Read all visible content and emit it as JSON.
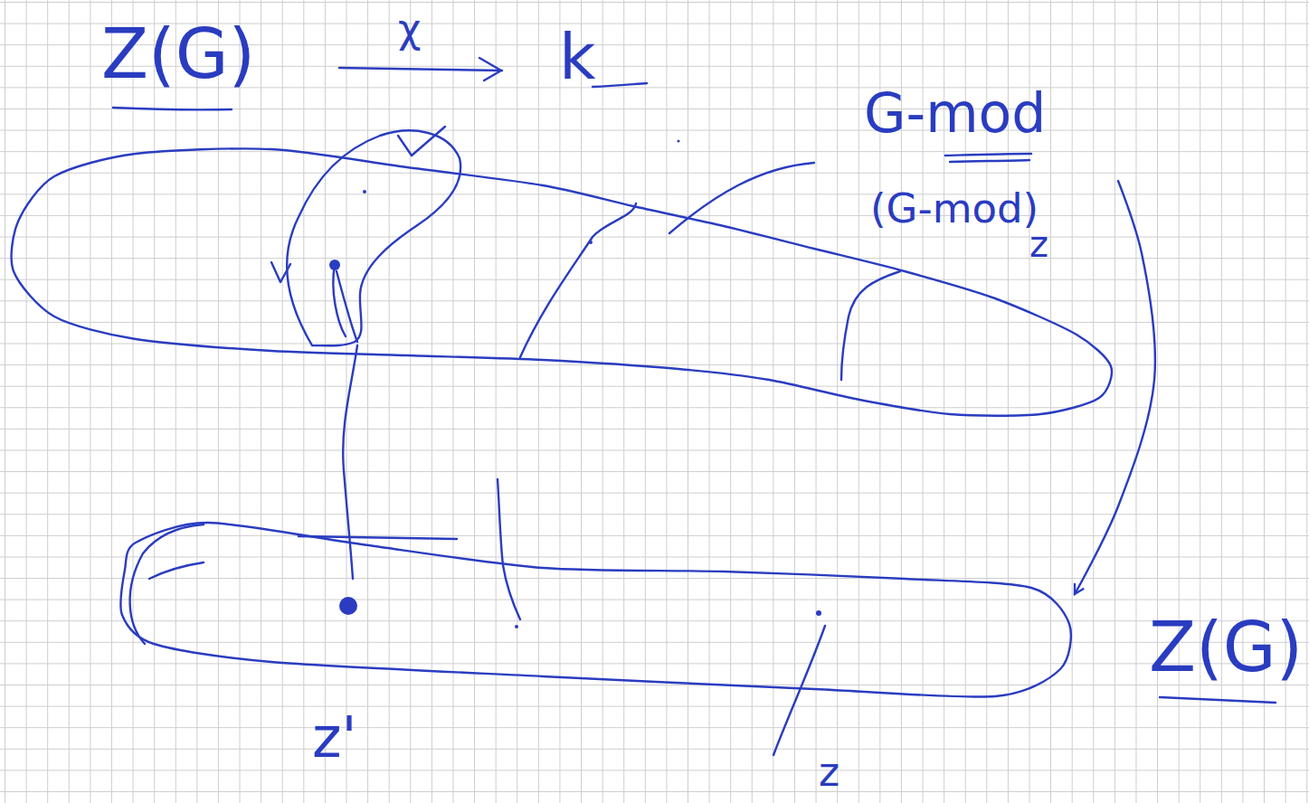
{
  "diagram": {
    "nodes": [
      {
        "text": [
          "G-mod"
        ]
      },
      {
        "text": [
          "Z(G)"
        ]
      }
    ],
    "edges": [
      {
        "from": 0,
        "to": 1,
        "arrow": "to"
      }
    ],
    "labels": [
      "Z(G)",
      "χ",
      "k",
      "(G-mod)",
      "z",
      "z'",
      "z"
    ]
  }
}
